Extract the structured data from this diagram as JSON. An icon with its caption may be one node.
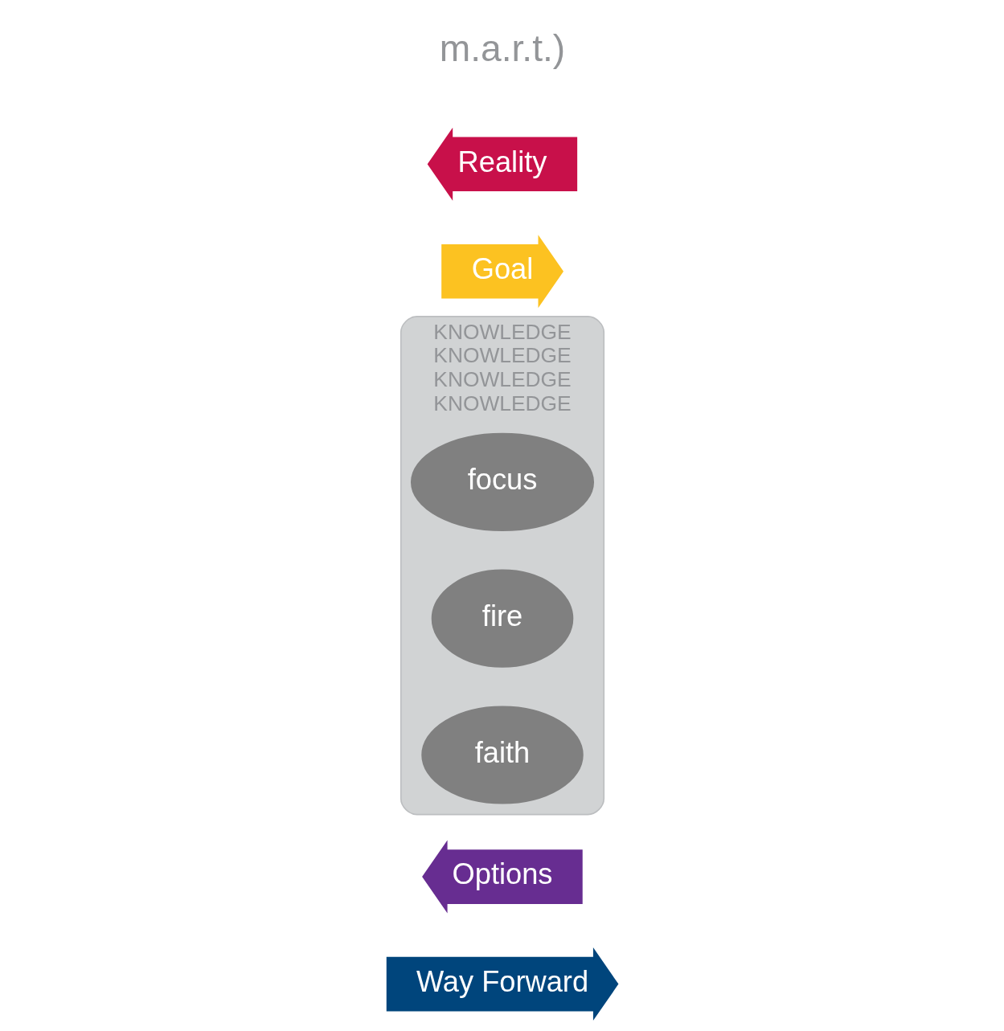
{
  "diagram": {
    "nodes": [
      {
        "text": [
          "Way Forward"
        ]
      },
      {
        "text": [
          "Options"
        ]
      },
      {
        "text": [
          "KNOWLEDGE",
          "KNOWLEDGE",
          "KNOWLEDGE",
          "KNOWLEDGE"
        ]
      },
      {
        "text": [
          "focus"
        ],
        "in": 2
      },
      {
        "text": [
          "fire"
        ],
        "in": 2
      },
      {
        "text": [
          "faith"
        ],
        "in": 2
      },
      {
        "text": [
          "Goal"
        ]
      },
      {
        "text": [
          "Reality"
        ]
      }
    ],
    "labels": [
      "m.a.r.t.)"
    ]
  }
}
